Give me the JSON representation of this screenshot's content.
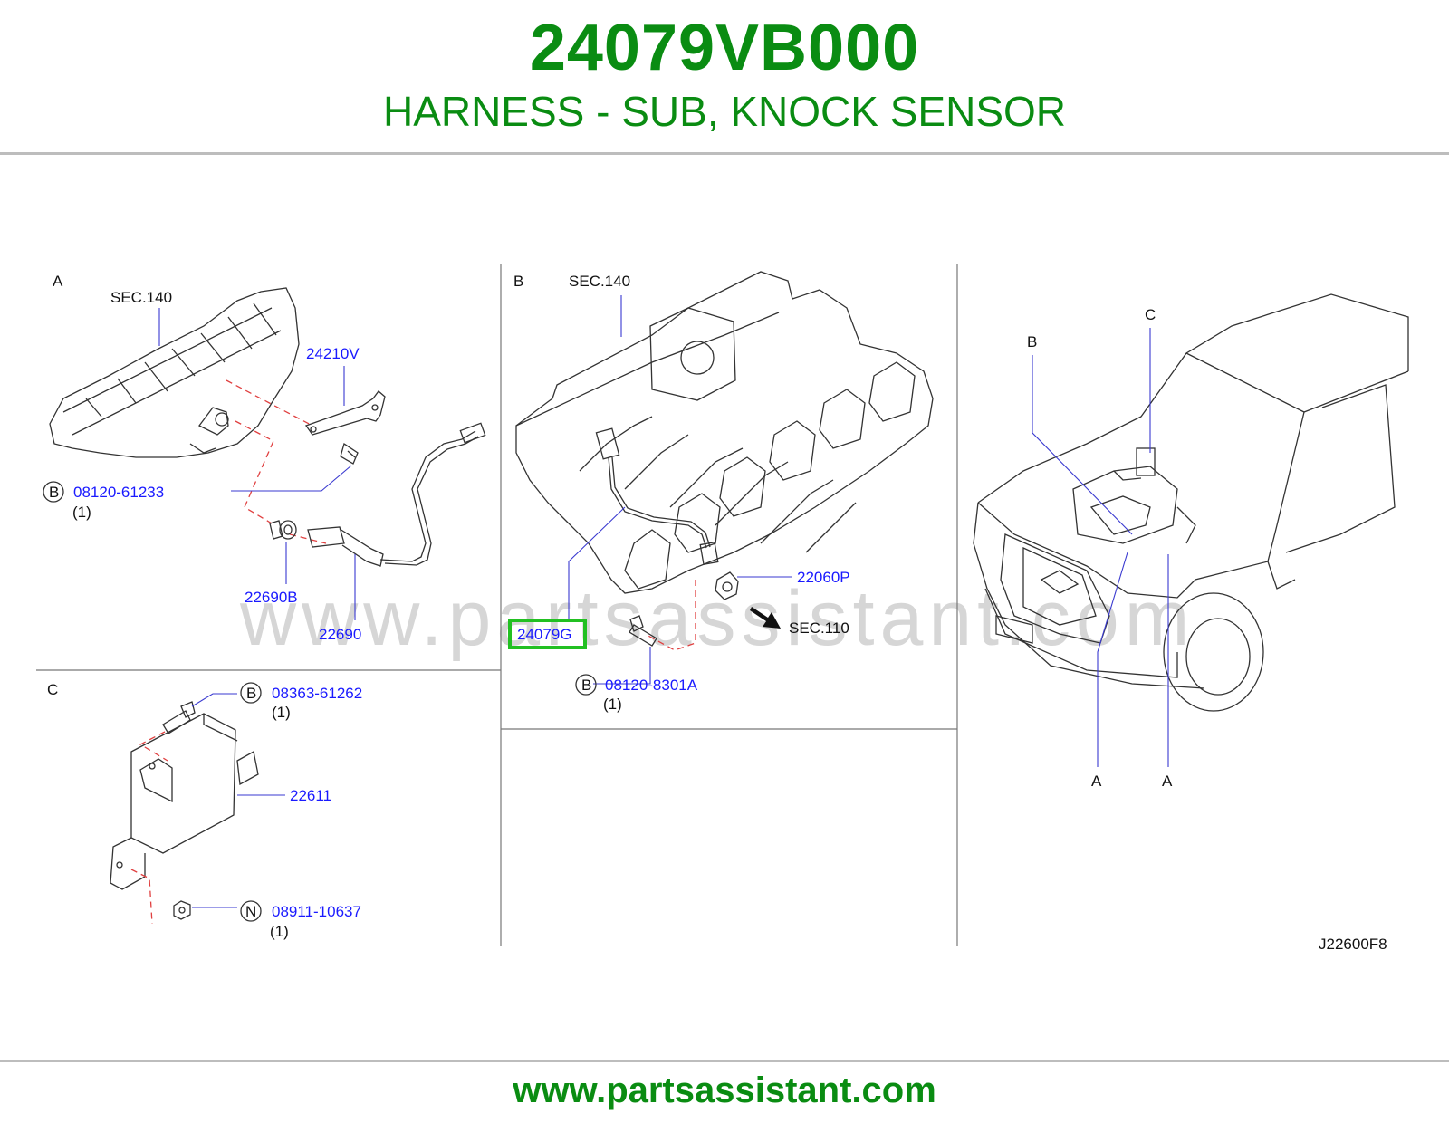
{
  "header": {
    "part_number": "24079VB000",
    "part_name": "HARNESS - SUB, KNOCK SENSOR"
  },
  "diagram": {
    "watermark": "www.partsassistant.com",
    "figure_code": "J22600F8",
    "panel_a": {
      "panel_letter": "A",
      "sec_ref": "SEC.140",
      "callouts": {
        "p24210v": "24210V",
        "p08120_61233": "08120-61233",
        "p08120_61233_qty": "(1)",
        "p08120_61233_prefix": "B",
        "p22690b": "22690B",
        "p22690": "22690"
      }
    },
    "panel_b": {
      "panel_letter": "B",
      "sec_ref": "SEC.140",
      "sec_ref_2": "SEC.110",
      "callouts": {
        "p22060p": "22060P",
        "p24079g": "24079G",
        "p08120_8301a": "08120-8301A",
        "p08120_8301a_qty": "(1)",
        "p08120_8301a_prefix": "B"
      }
    },
    "panel_c": {
      "panel_letter": "C",
      "callouts": {
        "p08363_61262": "08363-61262",
        "p08363_61262_qty": "(1)",
        "p08363_61262_prefix": "B",
        "p22611": "22611",
        "p08911_10637": "08911-10637",
        "p08911_10637_qty": "(1)",
        "p08911_10637_prefix": "N"
      }
    },
    "vehicle_view": {
      "label_b": "B",
      "label_c": "C",
      "label_a1": "A",
      "label_a2": "A"
    },
    "highlight_color": "#22c022"
  },
  "footer": {
    "url": "www.partsassistant.com"
  }
}
